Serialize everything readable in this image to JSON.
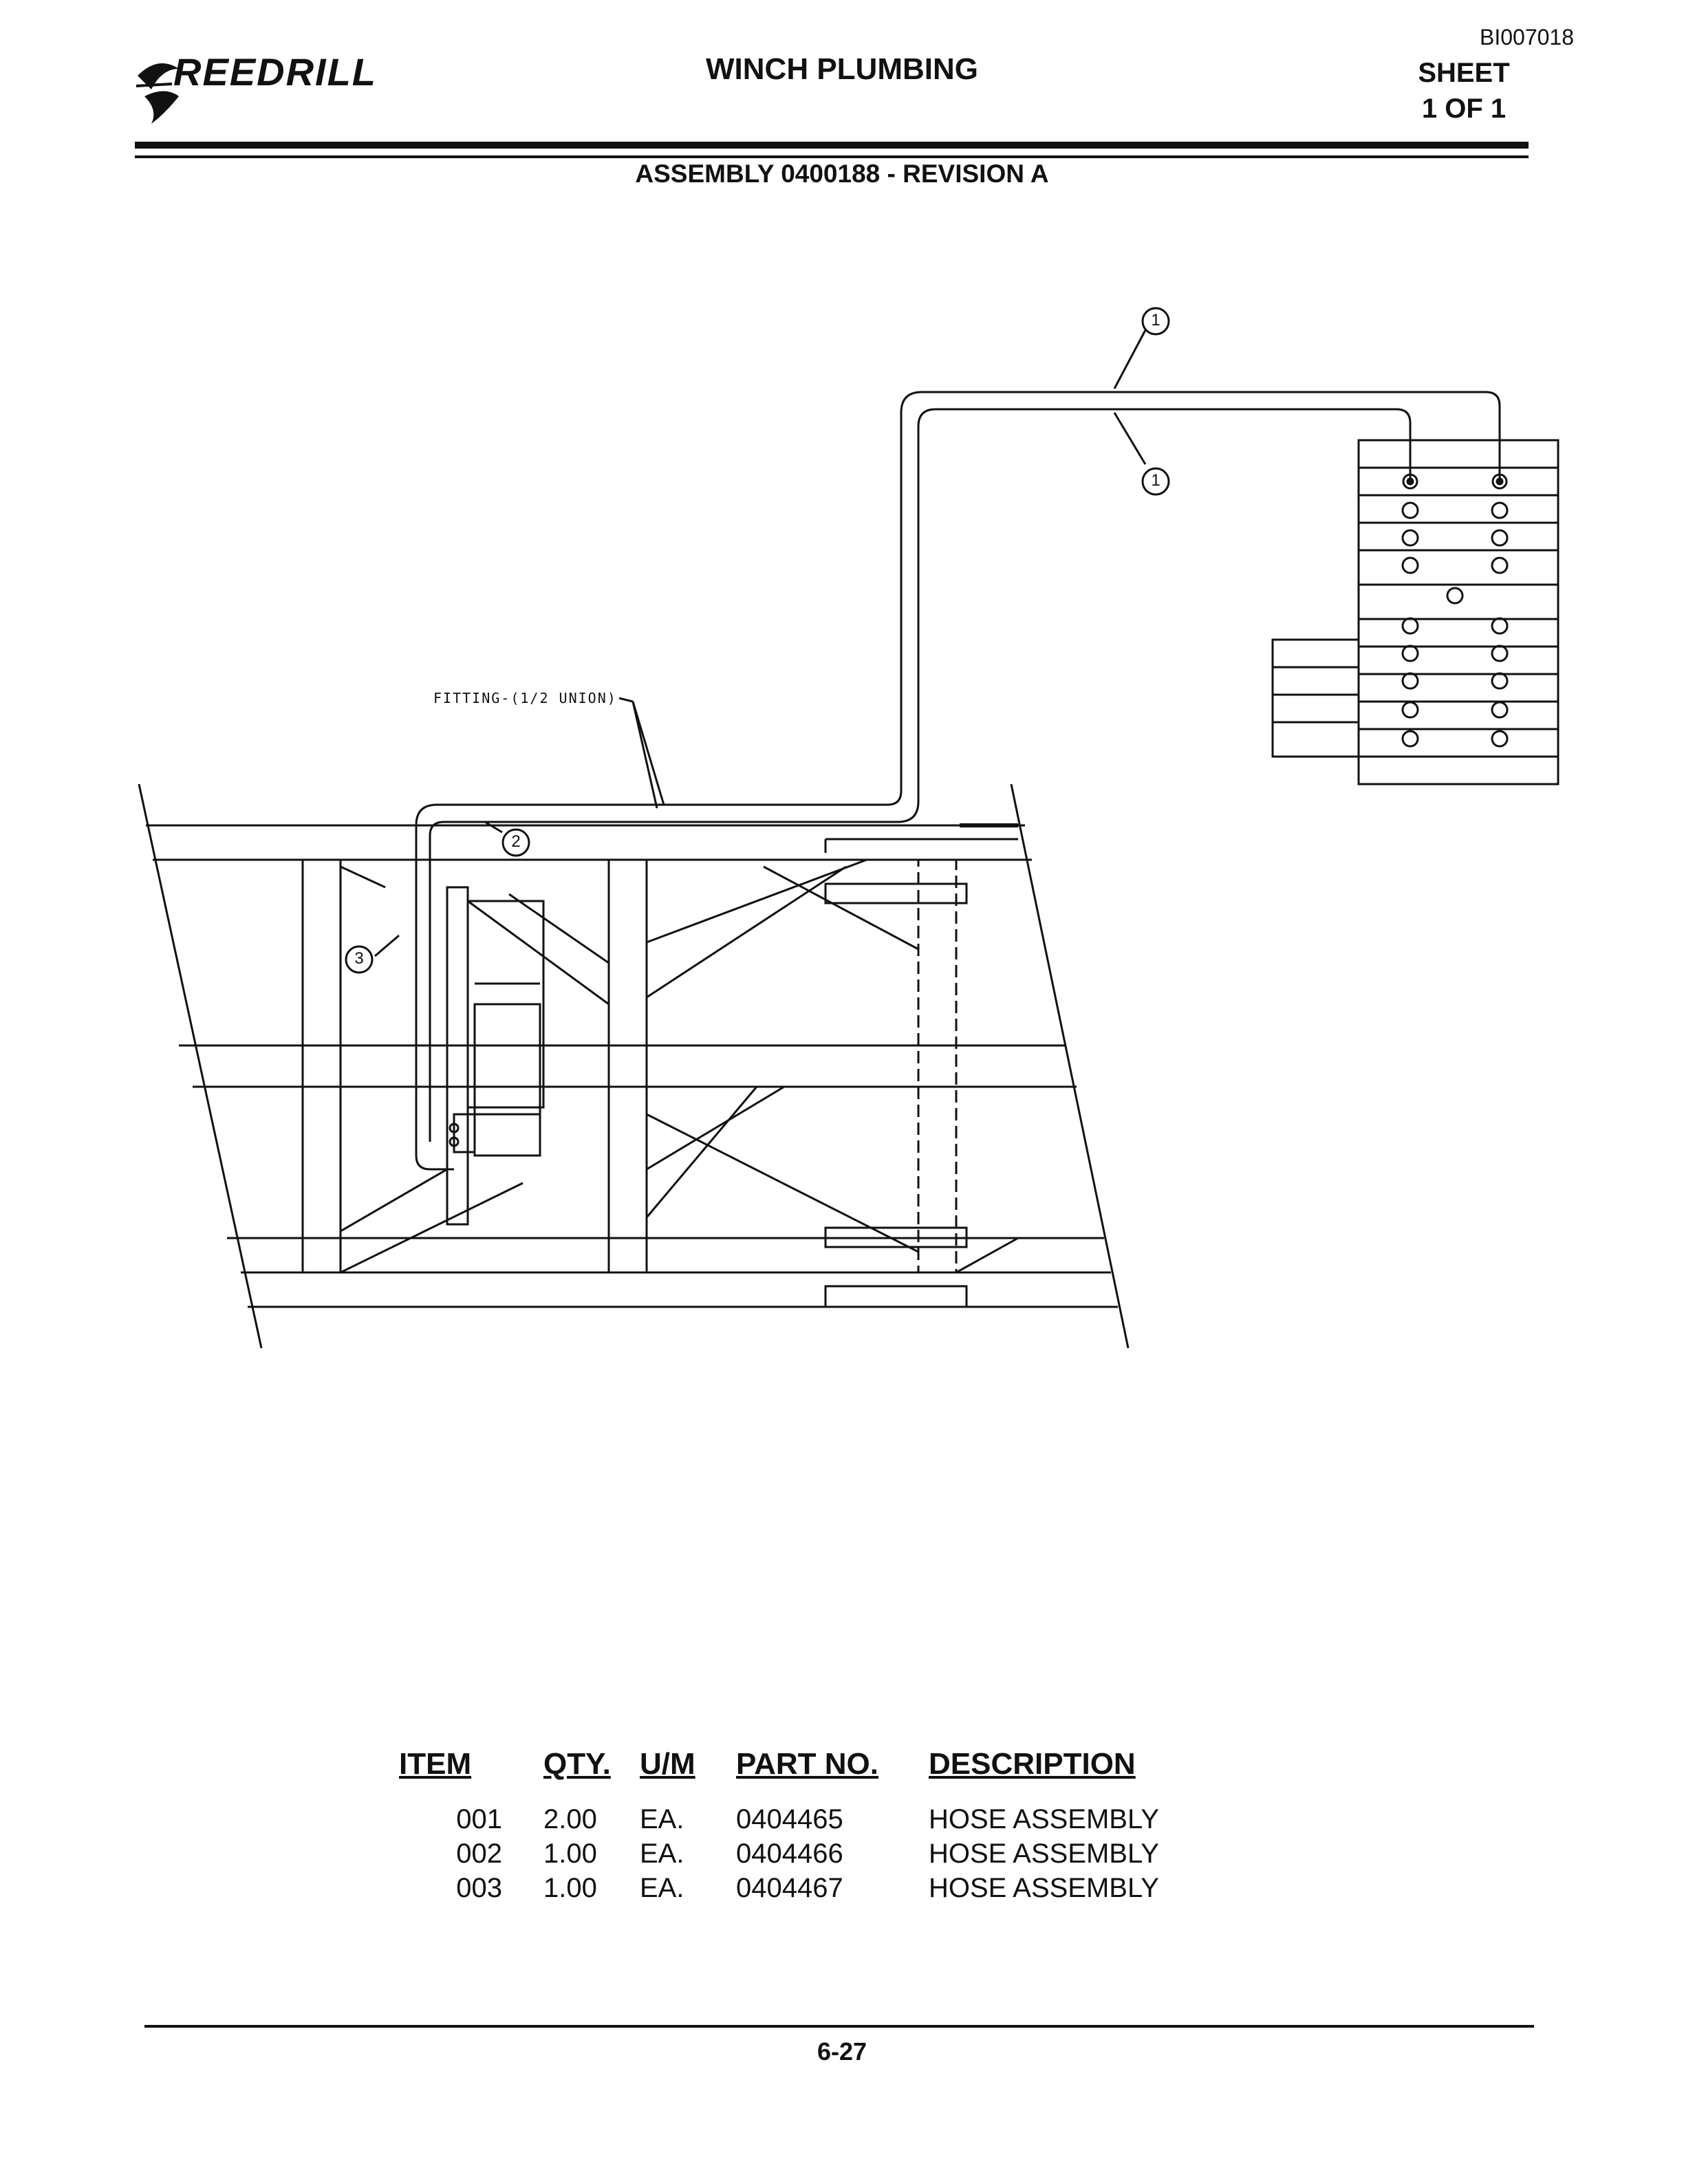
{
  "header": {
    "logo_text": "REEDRILL",
    "title": "WINCH PLUMBING",
    "doc_id": "BI007018",
    "sheet_label": "SHEET",
    "sheet_value": "1 OF 1",
    "assembly": "ASSEMBLY 0400188 - REVISION A"
  },
  "drawing": {
    "callouts": [
      "1",
      "1",
      "2",
      "3"
    ],
    "fitting_label": "FITTING-(1/2 UNION)"
  },
  "bom": {
    "headers": [
      "ITEM",
      "QTY.",
      "U/M",
      "PART NO.",
      "DESCRIPTION"
    ],
    "rows": [
      [
        "001",
        "2.00",
        "EA.",
        "0404465",
        "HOSE ASSEMBLY"
      ],
      [
        "002",
        "1.00",
        "EA.",
        "0404466",
        "HOSE ASSEMBLY"
      ],
      [
        "003",
        "1.00",
        "EA.",
        "0404467",
        "HOSE ASSEMBLY"
      ]
    ]
  },
  "footer": {
    "page_number": "6-27"
  }
}
